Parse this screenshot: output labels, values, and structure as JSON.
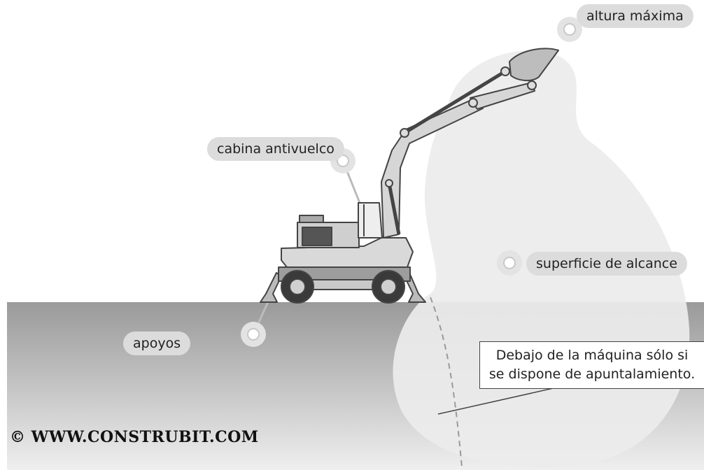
{
  "labels": {
    "max_height": "altura máxima",
    "rops_cabin": "cabina antivuelco",
    "reach_surface": "superficie de alcance",
    "outriggers": "apoyos"
  },
  "note": {
    "line1": "Debajo de la máquina sólo si",
    "line2": "se dispone de apuntalamiento."
  },
  "copyright": "© WWW.CONSTRUBIT.COM"
}
